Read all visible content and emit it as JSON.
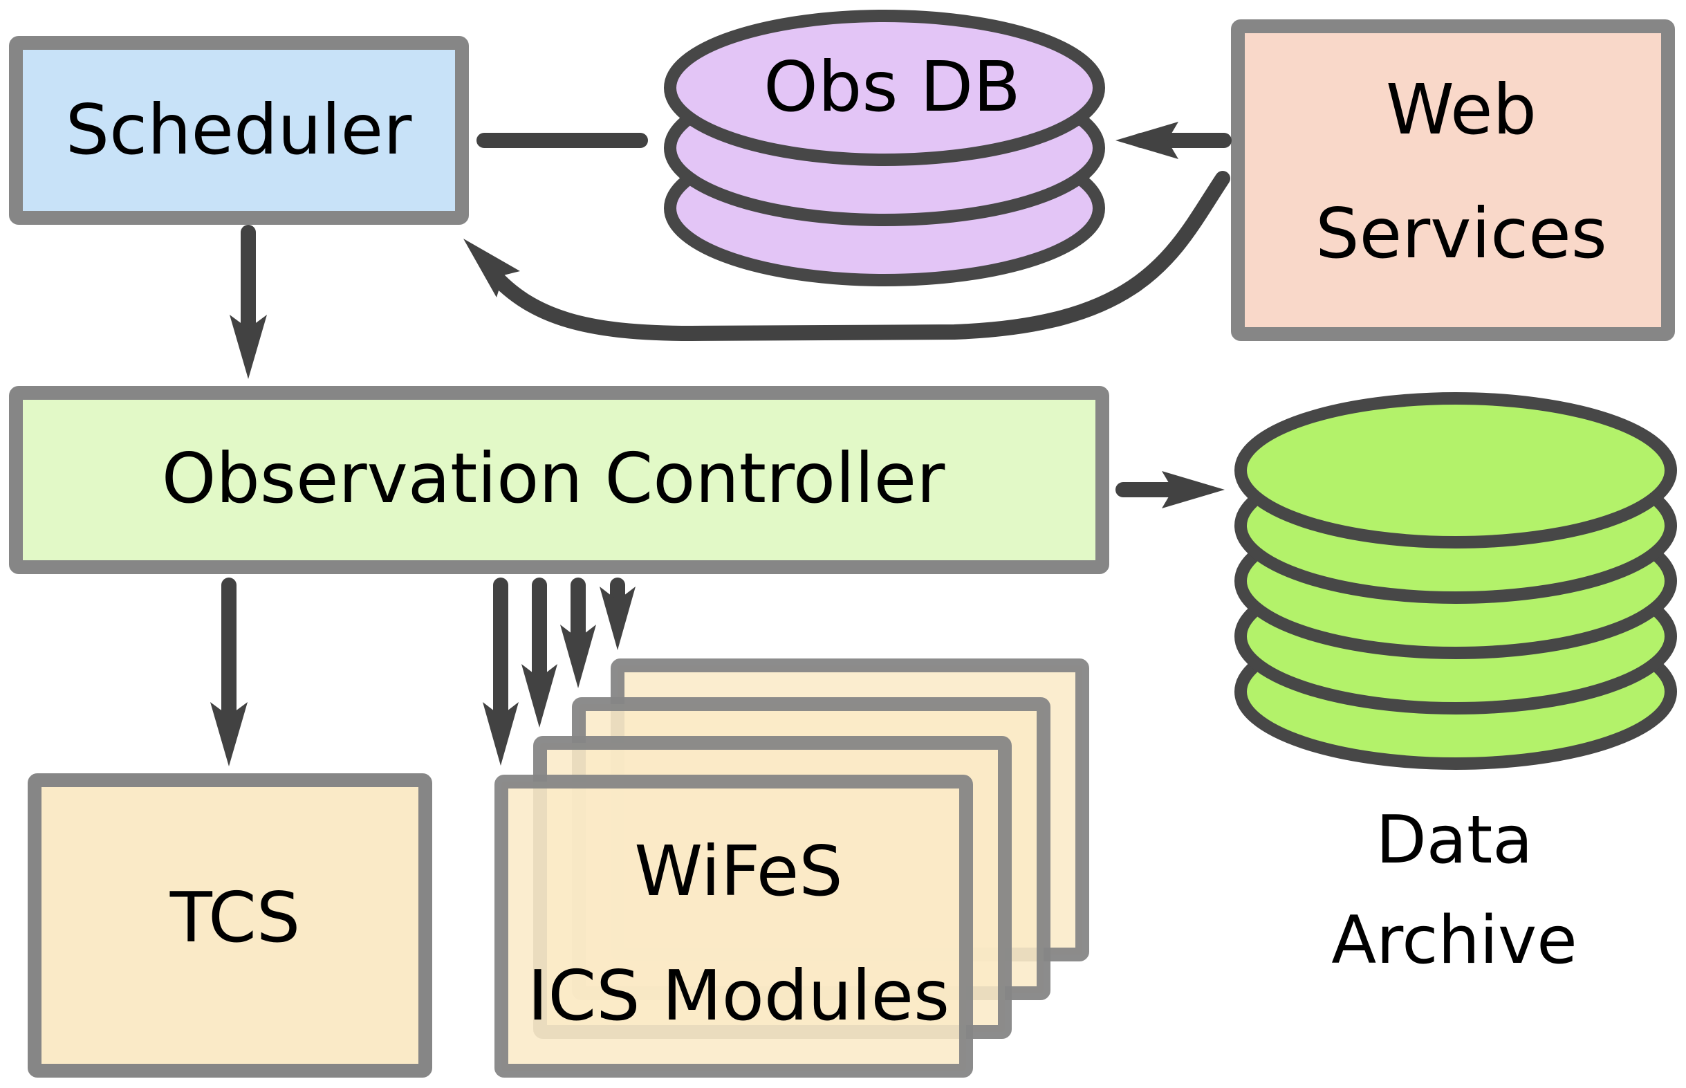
{
  "diagram": {
    "description": "Observation control software architecture",
    "colors": {
      "box_border": "#868686",
      "connector": "#424242",
      "disc_outline": "#474747",
      "scheduler_fill": "#c8e2f8",
      "obs_db_fill": "#e3c5f6",
      "web_services_fill": "#f9d8c9",
      "observation_controller_fill": "#e2f9c7",
      "data_archive_fill": "#b3f26a",
      "tcs_fill": "#faeac7",
      "wifes_fill": "#faeac7"
    },
    "nodes": {
      "scheduler": {
        "label": "Scheduler",
        "shape": "box"
      },
      "obs_db": {
        "label": "Obs DB",
        "shape": "database",
        "discs": 3
      },
      "web_services": {
        "label_lines": [
          "Web",
          "Services"
        ],
        "shape": "box"
      },
      "observation_controller": {
        "label": "Observation Controller",
        "shape": "box"
      },
      "data_archive": {
        "label_lines": [
          "Data",
          "Archive"
        ],
        "shape": "database",
        "discs": 5
      },
      "tcs": {
        "label": "TCS",
        "shape": "box"
      },
      "wifes_ics_modules": {
        "label_lines": [
          "WiFeS",
          "ICS Modules"
        ],
        "shape": "stacked-boxes",
        "stack_count": 4
      }
    },
    "edges": [
      {
        "from": "scheduler",
        "to": "obs_db",
        "type": "line"
      },
      {
        "from": "web_services",
        "to": "obs_db",
        "type": "arrow"
      },
      {
        "from": "web_services",
        "to": "scheduler",
        "type": "curved-arrow"
      },
      {
        "from": "scheduler",
        "to": "observation_controller",
        "type": "arrow"
      },
      {
        "from": "observation_controller",
        "to": "data_archive",
        "type": "arrow"
      },
      {
        "from": "observation_controller",
        "to": "tcs",
        "type": "arrow"
      },
      {
        "from": "observation_controller",
        "to": "wifes_ics_modules",
        "type": "arrow",
        "count": 4
      }
    ]
  }
}
